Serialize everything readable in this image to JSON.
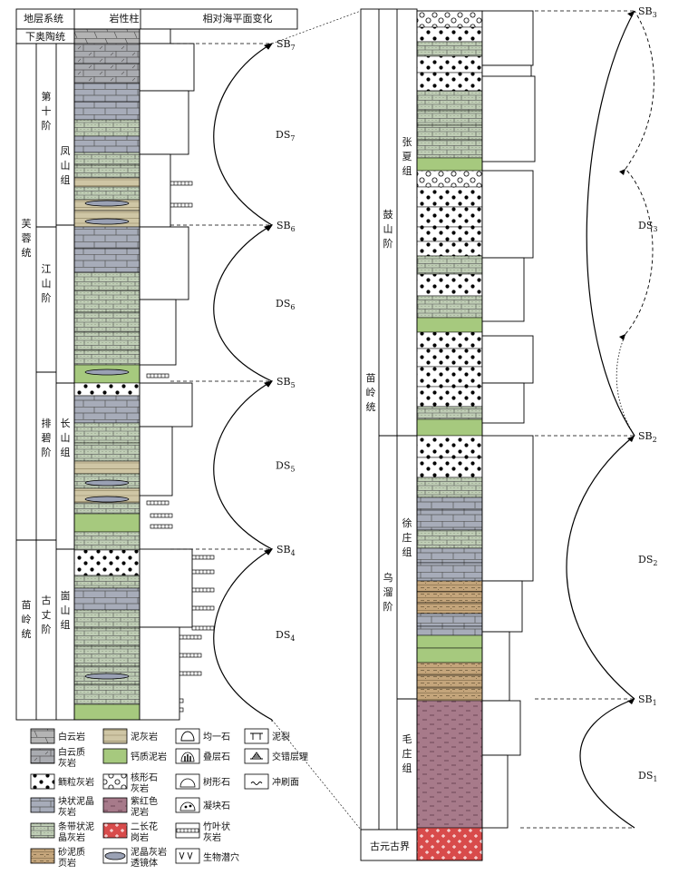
{
  "header": {
    "col1": "地层系统",
    "col2": "岩性柱",
    "col3": "相对海平面变化"
  },
  "left_units": {
    "lower_ordovician": "下奥陶统",
    "furong": "芙蓉统",
    "miaoling_left": "苗岭统",
    "stage10": "第十阶",
    "jiangshan": "江山阶",
    "paibi": "排碧阶",
    "guzhang": "古丈阶",
    "fengshan": "凤山组",
    "changshan": "长山组",
    "gushan": "崮山组"
  },
  "right_units": {
    "miaoling": "苗岭统",
    "gushan_stage": "鼓山阶",
    "wuliu": "乌溜阶",
    "zhangxia": "张夏组",
    "xuzhuang": "徐庄组",
    "maozhuang": "毛庄组",
    "paleoproterozoic": "古元古界"
  },
  "boundaries": {
    "sb7": "SB7",
    "sb6": "SB6",
    "sb5": "SB5",
    "sb4": "SB4",
    "sb3": "SB3",
    "sb2": "SB2",
    "sb1": "SB1"
  },
  "sequences": {
    "ds7": "DS7",
    "ds6": "DS6",
    "ds5": "DS5",
    "ds4": "DS4",
    "ds3": "DS3",
    "ds2": "DS2",
    "ds1": "DS1"
  },
  "legend": {
    "dolomite": "白云岩",
    "dolomitic_ls_1": "白云质",
    "dolomitic_ls_2": "灰岩",
    "oolitic": "鲕粒灰岩",
    "micrite_1": "块状泥晶",
    "micrite_2": "灰岩",
    "banded_1": "条带状泥",
    "banded_2": "晶灰岩",
    "sandy_1": "砂泥质",
    "sandy_2": "页岩",
    "argillaceous": "泥灰岩",
    "calcareous": "钙质泥岩",
    "oncolite_1": "核形石",
    "oncolite_2": "灰岩",
    "purple_1": "紫红色",
    "purple_2": "泥岩",
    "granite_1": "二长花",
    "granite_2": "岗岩",
    "lens_1": "泥晶灰岩",
    "lens_2": "透镜体",
    "girvanella": "均一石",
    "stromatolite": "叠层石",
    "dendrolite": "树形石",
    "thrombolite": "凝块石",
    "flatpebble_1": "竹叶状",
    "flatpebble_2": "灰岩",
    "burrows": "生物潜穴",
    "mudcracks": "泥裂",
    "crossbed": "交错层理",
    "scour": "冲刷面"
  },
  "colors": {
    "micrite": "#a7acb9",
    "banded": "#bfcdb5",
    "marl": "#cfc6a5",
    "calcmud": "#a6c97e",
    "purple": "#a77a8a",
    "sandy": "#c4a57b",
    "granite": "#d84b4b",
    "dolomite": "#b4b4b4",
    "lens": "#9aa1b4"
  }
}
